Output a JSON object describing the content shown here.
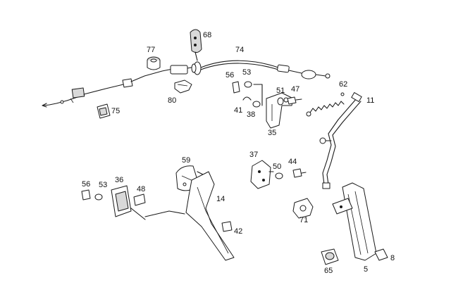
{
  "part_labels": [
    "68",
    "77",
    "74",
    "56",
    "53",
    "62",
    "51",
    "47",
    "11",
    "80",
    "41",
    "38",
    "75",
    "35",
    "59",
    "37",
    "50",
    "44",
    "56",
    "53",
    "36",
    "48",
    "14",
    "42",
    "71",
    "8",
    "65",
    "5"
  ]
}
